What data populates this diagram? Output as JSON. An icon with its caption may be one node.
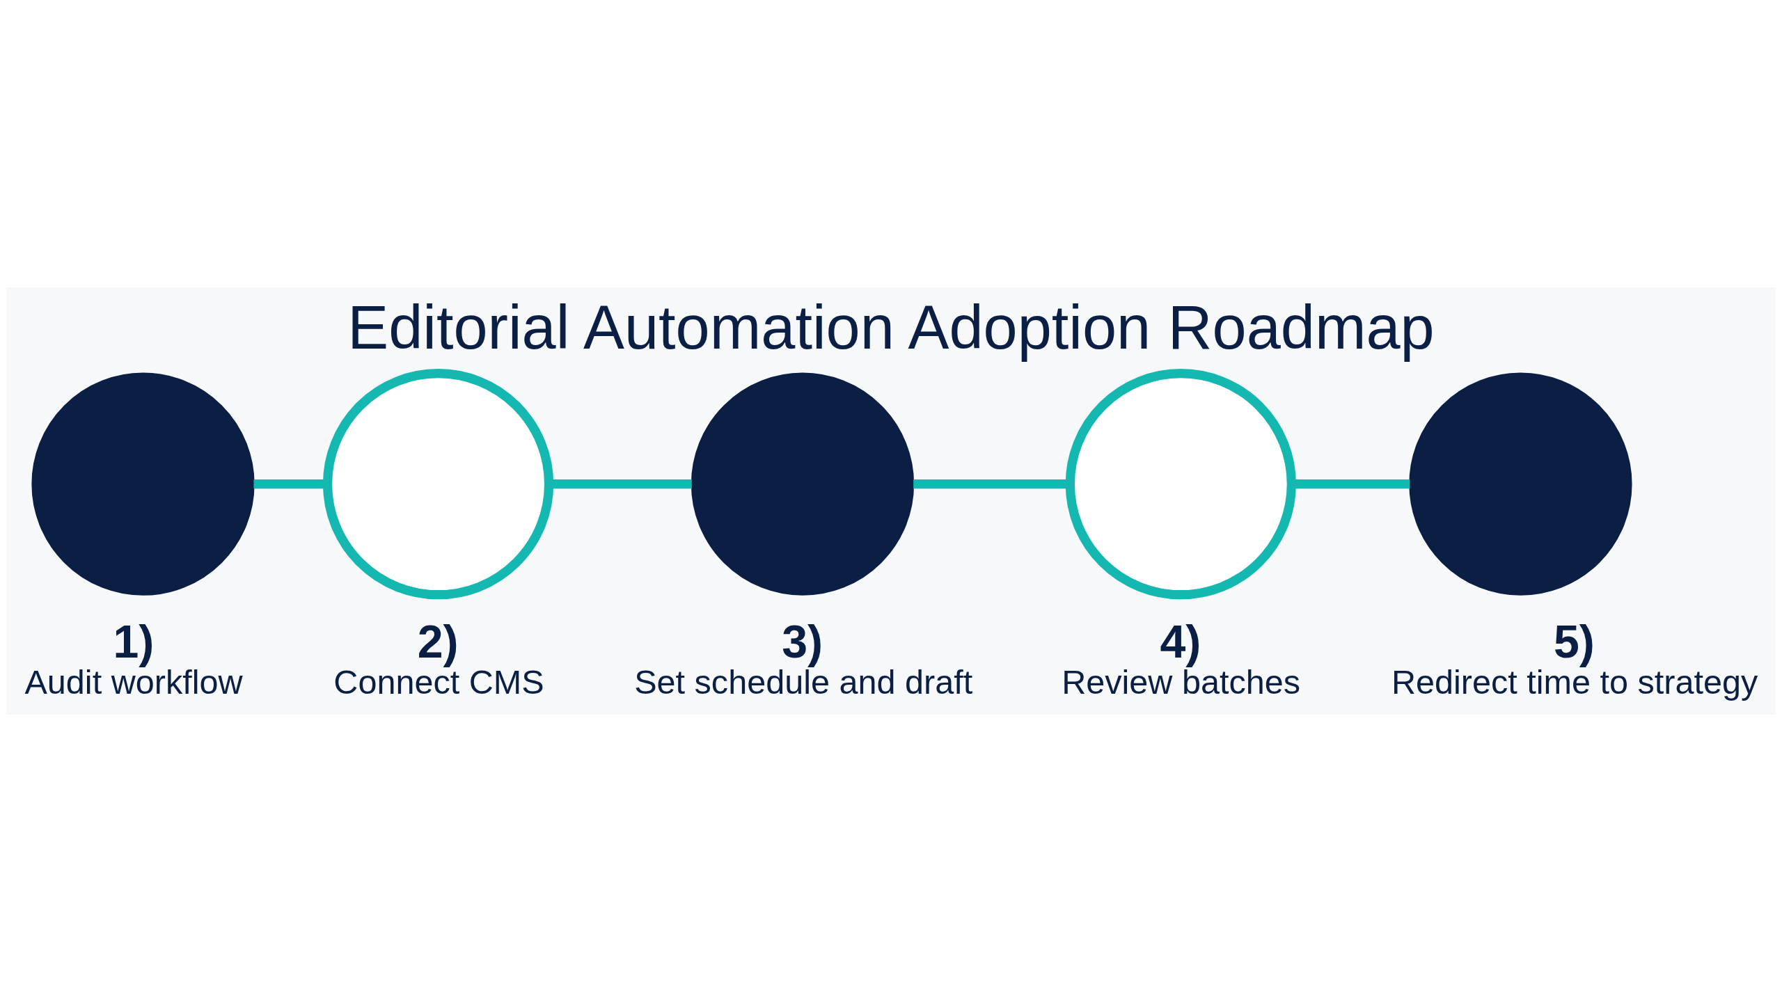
{
  "diagram": {
    "title": "Editorial Automation Adoption Roadmap",
    "nodes": [
      {
        "text": [],
        "shape": "circle",
        "beside": [
          "1)",
          "Audit workflow"
        ]
      },
      {
        "text": [],
        "shape": "circle",
        "beside": [
          "2)",
          "Connect CMS"
        ]
      },
      {
        "text": [],
        "shape": "circle",
        "beside": [
          "3)",
          "Set schedule and draft"
        ]
      },
      {
        "text": [],
        "shape": "circle",
        "beside": [
          "4)",
          "Review batches"
        ]
      },
      {
        "text": [],
        "shape": "circle",
        "beside": [
          "5)",
          "Redirect time to strategy"
        ]
      }
    ],
    "edges": [
      {
        "from": 0,
        "to": 1,
        "arrow": "none"
      },
      {
        "from": 1,
        "to": 2,
        "arrow": "none"
      },
      {
        "from": 2,
        "to": 3,
        "arrow": "none"
      },
      {
        "from": 3,
        "to": 4,
        "arrow": "none"
      }
    ]
  }
}
